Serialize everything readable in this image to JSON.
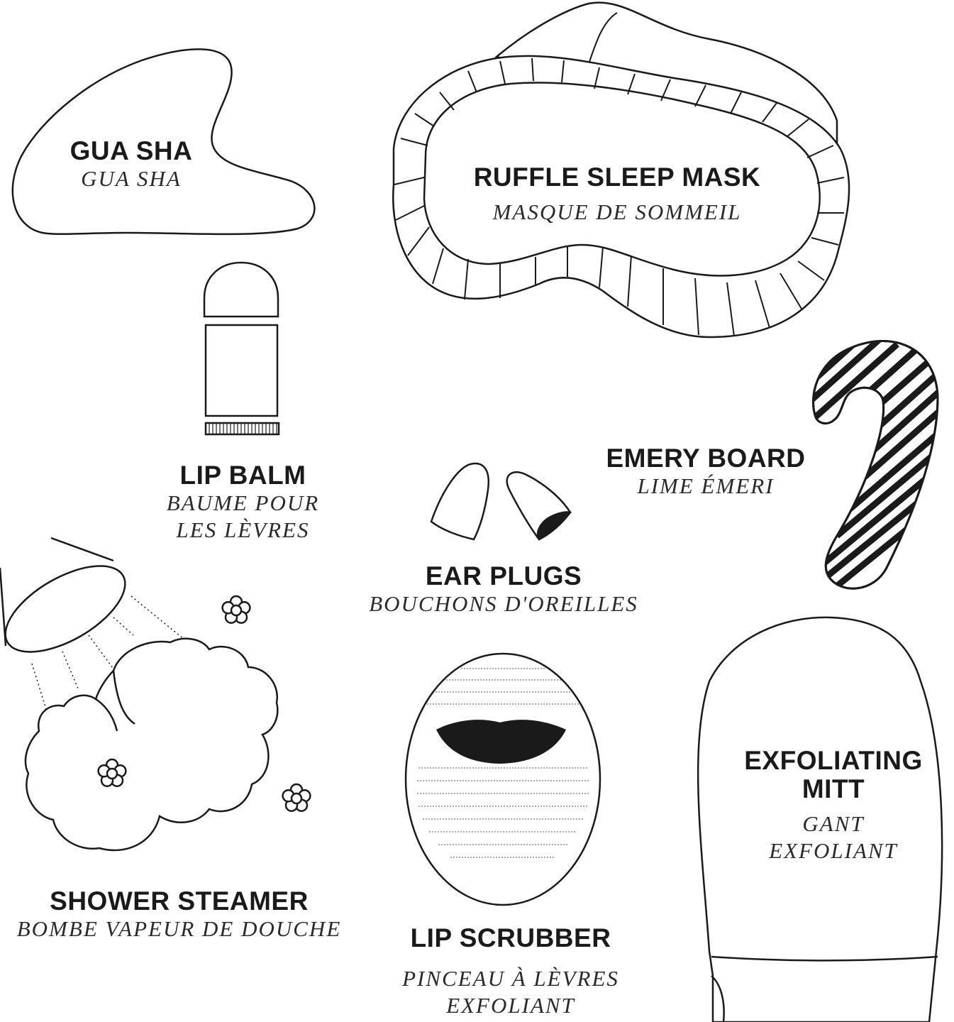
{
  "items": {
    "gua_sha": {
      "name": "GUA SHA",
      "translation": [
        "GUA SHA"
      ]
    },
    "sleep_mask": {
      "name": "RUFFLE SLEEP MASK",
      "translation": [
        "MASQUE DE SOMMEIL"
      ]
    },
    "lip_balm": {
      "name": "LIP BALM",
      "translation": [
        "BAUME POUR",
        "LES LÈVRES"
      ]
    },
    "emery_board": {
      "name": "EMERY BOARD",
      "translation": [
        "LIME ÉMERI"
      ]
    },
    "ear_plugs": {
      "name": "EAR PLUGS",
      "translation": [
        "BOUCHONS D'OREILLES"
      ]
    },
    "shower_steamer": {
      "name": "SHOWER STEAMER",
      "translation": [
        "BOMBE VAPEUR DE DOUCHE"
      ]
    },
    "lip_scrubber": {
      "name": "LIP SCRUBBER",
      "translation": [
        "PINCEAU À LÈVRES",
        "EXFOLIANT"
      ]
    },
    "exfoliating_mitt": {
      "name": "EXFOLIATING MITT",
      "translation": [
        "GANT",
        "EXFOLIANT"
      ]
    }
  },
  "colors": {
    "ink": "#1a1a1a",
    "background": "#ffffff"
  }
}
